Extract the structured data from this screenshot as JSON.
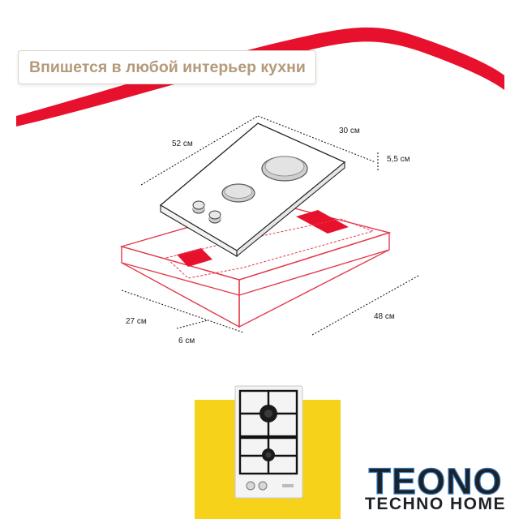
{
  "headline": "Впишется в любой интерьер кухни",
  "dimensions": {
    "length": "52 см",
    "width": "30 см",
    "height": "5,5 см",
    "cutout_width": "27 см",
    "margin": "6 см",
    "cutout_length": "48 см"
  },
  "brand": {
    "name": "TEONO",
    "tagline": "TECHNO HOME"
  },
  "colors": {
    "accent_red": "#e8112d",
    "outline_red": "#e23b4c",
    "headline_text": "#b49a7a",
    "yellow": "#f6d31a",
    "logo_dark": "#1e2126",
    "logo_blue": "#2f79c4"
  }
}
